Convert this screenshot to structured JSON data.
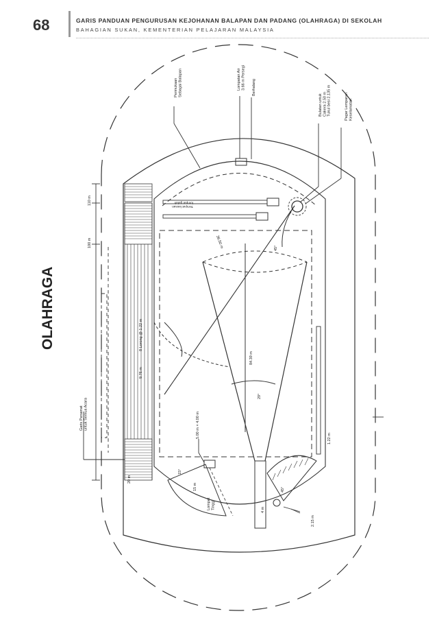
{
  "header": {
    "page_number": "68",
    "title": "GARIS PANDUAN PENGURUSAN KEJOHANAN BALAPAN DAN PADANG (OLAHRAGA) DI SEKOLAH",
    "subtitle": "BAHAGIAN SUKAN, KEMENTERIAN PELAJARAN MALAYSIA"
  },
  "section_label": "OLAHRAGA",
  "diagram": {
    "labels": {
      "finish_line": "Garis Penamat\nuntuk Semua Acara",
      "lanes": "8 Lorong @ 1.22 m",
      "width_976": "9.76 m",
      "dist_110": "110 m",
      "dist_100": "100 m",
      "dist_20": "20 m",
      "surface": "Permukaan\nSebagai Balapan",
      "water_jump": "Lompatan Air\n3.66 m Persegi",
      "hurdle": "Berhalang",
      "discus_circle": "Bulatan untuk\nCakera 2.50 m\nTukul besi 2.135 m",
      "safety_fence": "Pagar Lemparan\nKeselamatan",
      "pole_vault": "Tempat lassan\nlompat galah",
      "javelin_radius": "36.50 m",
      "angle_45_top": "45°",
      "dist_8439": "84.39 m",
      "angle_29": "29°",
      "sand_pit": "5.00 m × 4.00 m",
      "angle_15": "15°",
      "dist_15m": "15 m",
      "high_jump": "Lompat\nTinggi",
      "dist_4m": "4 m",
      "angle_45_bottom": "45°",
      "dist_215": "2.15 m",
      "dist_122": "1.22 m"
    }
  }
}
